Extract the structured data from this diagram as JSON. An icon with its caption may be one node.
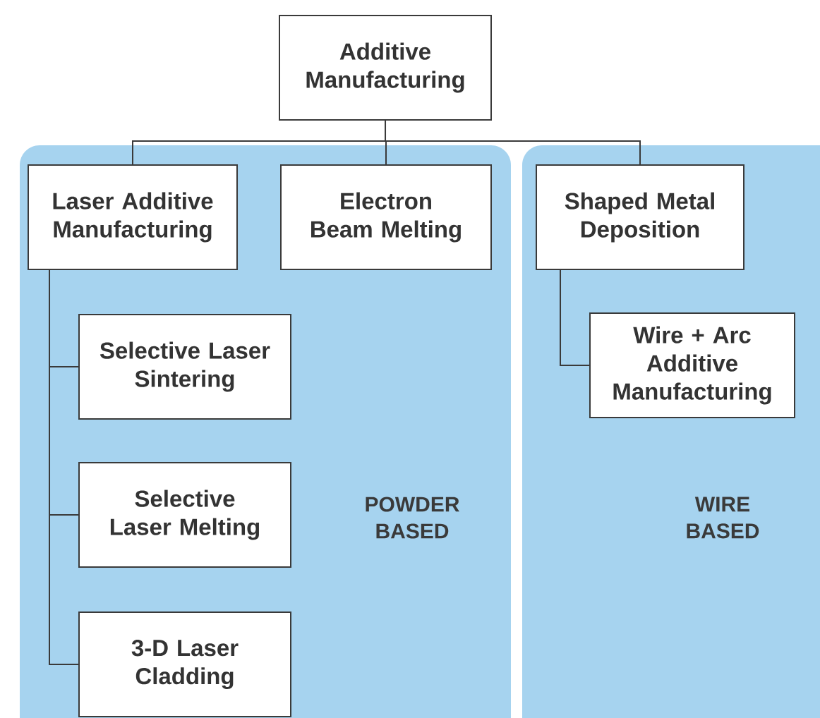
{
  "diagram": {
    "nodes": [
      {
        "text": [
          "Additive Manufacturing"
        ]
      },
      {
        "text": [
          "POWDER BASED"
        ]
      },
      {
        "text": [
          "Laser Additive Manufacturing"
        ],
        "in": 1
      },
      {
        "text": [
          "Electron Beam Melting"
        ],
        "in": 1
      },
      {
        "text": [
          "Selective Laser Sintering"
        ],
        "in": 1
      },
      {
        "text": [
          "Selective Laser Melting"
        ],
        "in": 1
      },
      {
        "text": [
          "3-D Laser Cladding"
        ],
        "in": 1
      },
      {
        "text": [
          "WIRE BASED"
        ]
      },
      {
        "text": [
          "Shaped Metal Deposition"
        ],
        "in": 7
      },
      {
        "text": [
          "Wire + Arc Additive Manufacturing"
        ],
        "in": 7
      }
    ],
    "edges": [
      {
        "from": 0,
        "to": 2,
        "arrow": "none"
      },
      {
        "from": 0,
        "to": 3,
        "arrow": "none"
      },
      {
        "from": 0,
        "to": 8,
        "arrow": "none"
      },
      {
        "from": 2,
        "to": 4,
        "arrow": "none"
      },
      {
        "from": 2,
        "to": 5,
        "arrow": "none"
      },
      {
        "from": 2,
        "to": 6,
        "arrow": "none"
      },
      {
        "from": 8,
        "to": 9,
        "arrow": "none"
      }
    ]
  }
}
